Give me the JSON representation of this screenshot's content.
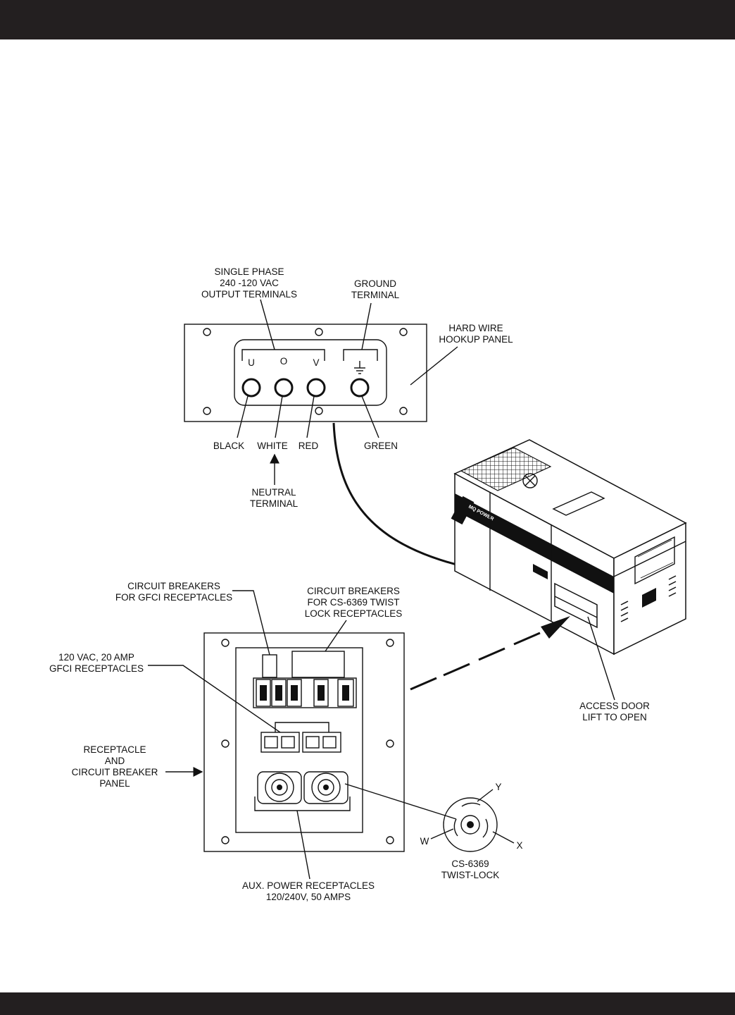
{
  "hookup_panel": {
    "output_terminals_label": [
      "SINGLE PHASE",
      "240 -120 VAC",
      "OUTPUT TERMINALS"
    ],
    "ground_terminal_label": [
      "GROUND",
      "TERMINAL"
    ],
    "panel_label": [
      "HARD WIRE",
      "HOOKUP PANEL"
    ],
    "terminal_letters": [
      "U",
      "O",
      "V"
    ],
    "wire_colors": [
      "BLACK",
      "WHITE",
      "RED",
      "GREEN"
    ],
    "neutral_label": [
      "NEUTRAL",
      "TERMINAL"
    ]
  },
  "generator": {
    "brand_label": "MQ POWER"
  },
  "receptacle_panel": {
    "breakers_gfci_label": [
      "CIRCUIT BREAKERS",
      "FOR GFCI RECEPTACLES"
    ],
    "breakers_twist_label": [
      "CIRCUIT BREAKERS",
      "FOR CS-6369 TWIST",
      "LOCK RECEPTACLES"
    ],
    "gfci_label": [
      "120 VAC, 20 AMP",
      "GFCI RECEPTACLES"
    ],
    "panel_label": [
      "RECEPTACLE",
      "AND",
      "CIRCUIT BREAKER",
      "PANEL"
    ],
    "aux_label": [
      "AUX. POWER RECEPTACLES",
      "120/240V, 50 AMPS"
    ],
    "access_door_label": [
      "ACCESS DOOR",
      "LIFT TO OPEN"
    ]
  },
  "twist_lock": {
    "pins": [
      "Y",
      "W",
      "X"
    ],
    "label": [
      "CS-6369",
      "TWIST-LOCK"
    ]
  }
}
